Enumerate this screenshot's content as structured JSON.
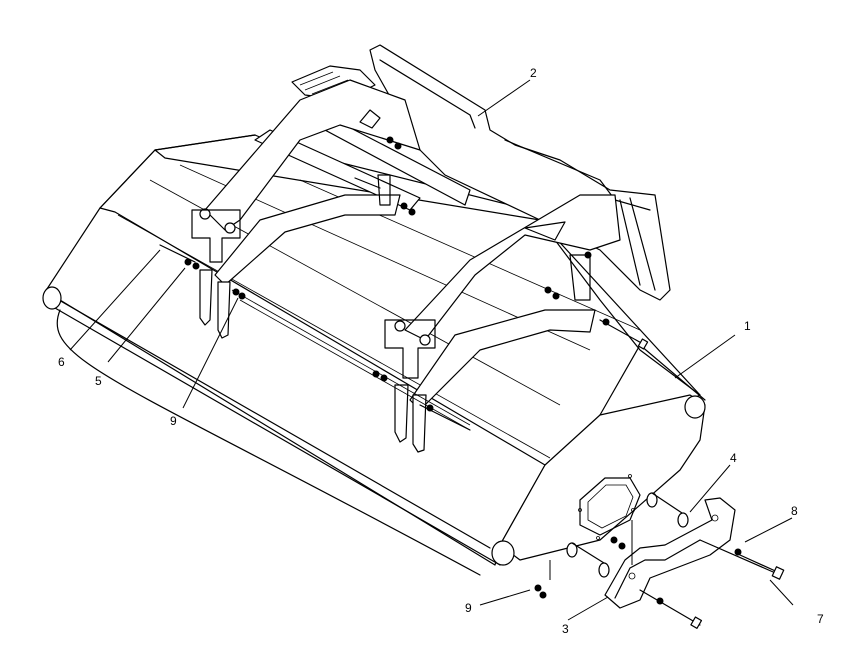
{
  "callouts": {
    "c1": "1",
    "c2": "2",
    "c3": "3",
    "c4": "4",
    "c5": "5",
    "c6": "6",
    "c7": "7",
    "c8": "8",
    "c9a": "9",
    "c9b": "9"
  }
}
